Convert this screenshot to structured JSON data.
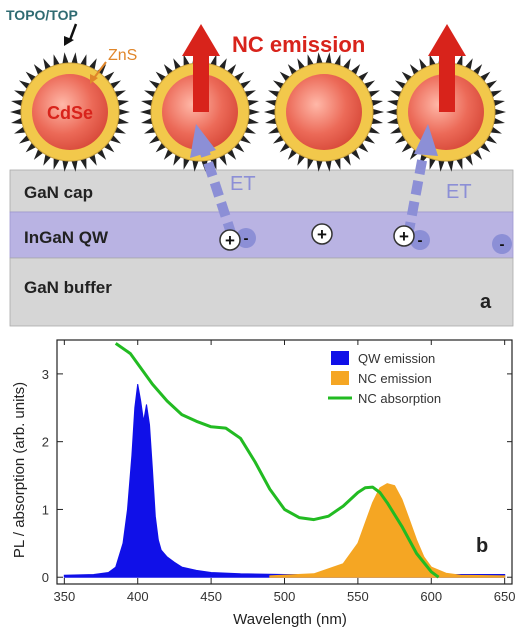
{
  "panel_a": {
    "labels": {
      "ligand": "TOPO/TOP",
      "shell": "ZnS",
      "core": "CdSe",
      "emission": "NC emission",
      "et_left": "ET",
      "et_right": "ET",
      "gan_cap": "GaN cap",
      "ingan_qw": "InGaN QW",
      "gan_buffer": "GaN buffer",
      "panel_letter": "a"
    },
    "carriers": {
      "plus": "+",
      "minus": "-"
    },
    "colors": {
      "core": "#e85a4a",
      "shell": "#f2c84b",
      "spike": "#222222",
      "arrow_red": "#d8231b",
      "et_arrow": "#8c8fd6",
      "gan": "#d6d6d6",
      "qw": "#b9b3e3",
      "teal_text": "#2f6b72",
      "orange_text": "#e0862a"
    }
  },
  "panel_b": {
    "panel_letter": "b",
    "chart_data": {
      "type": "area",
      "xlabel": "Wavelength (nm)",
      "ylabel": "PL / absorption (arb. units)",
      "xlim": [
        345,
        655
      ],
      "ylim": [
        -0.1,
        3.5
      ],
      "xticks": [
        350,
        400,
        450,
        500,
        550,
        600,
        650
      ],
      "yticks": [
        0,
        1,
        2,
        3
      ],
      "legend_position": "top-right",
      "series": [
        {
          "name": "QW emission",
          "style": "filled",
          "color": "#1010e8",
          "x": [
            350,
            370,
            380,
            385,
            390,
            393,
            396,
            398,
            400,
            402,
            404,
            406,
            408,
            410,
            412,
            414,
            416,
            418,
            420,
            425,
            430,
            440,
            450,
            470,
            500,
            550,
            600,
            650
          ],
          "y": [
            0.03,
            0.04,
            0.07,
            0.15,
            0.5,
            1.0,
            1.8,
            2.5,
            2.85,
            2.6,
            2.3,
            2.55,
            2.25,
            1.6,
            0.9,
            0.55,
            0.4,
            0.35,
            0.3,
            0.22,
            0.15,
            0.1,
            0.07,
            0.05,
            0.04,
            0.04,
            0.04,
            0.04
          ]
        },
        {
          "name": "NC emission",
          "style": "filled",
          "color": "#f5a623",
          "x": [
            490,
            520,
            540,
            550,
            555,
            560,
            565,
            570,
            575,
            580,
            585,
            590,
            595,
            600,
            610,
            620,
            650
          ],
          "y": [
            0.02,
            0.05,
            0.2,
            0.5,
            0.8,
            1.1,
            1.32,
            1.38,
            1.35,
            1.15,
            0.85,
            0.55,
            0.3,
            0.15,
            0.06,
            0.03,
            0.02
          ]
        },
        {
          "name": "NC absorption",
          "style": "line",
          "color": "#22bb22",
          "x": [
            385,
            395,
            400,
            410,
            420,
            430,
            440,
            450,
            460,
            470,
            480,
            490,
            500,
            510,
            520,
            530,
            540,
            550,
            555,
            560,
            565,
            570,
            580,
            590,
            600,
            605
          ],
          "y": [
            3.45,
            3.3,
            3.15,
            2.85,
            2.6,
            2.4,
            2.3,
            2.22,
            2.2,
            2.05,
            1.7,
            1.3,
            1.0,
            0.88,
            0.85,
            0.9,
            1.05,
            1.25,
            1.32,
            1.33,
            1.25,
            1.1,
            0.75,
            0.35,
            0.08,
            0.0
          ]
        }
      ]
    }
  }
}
